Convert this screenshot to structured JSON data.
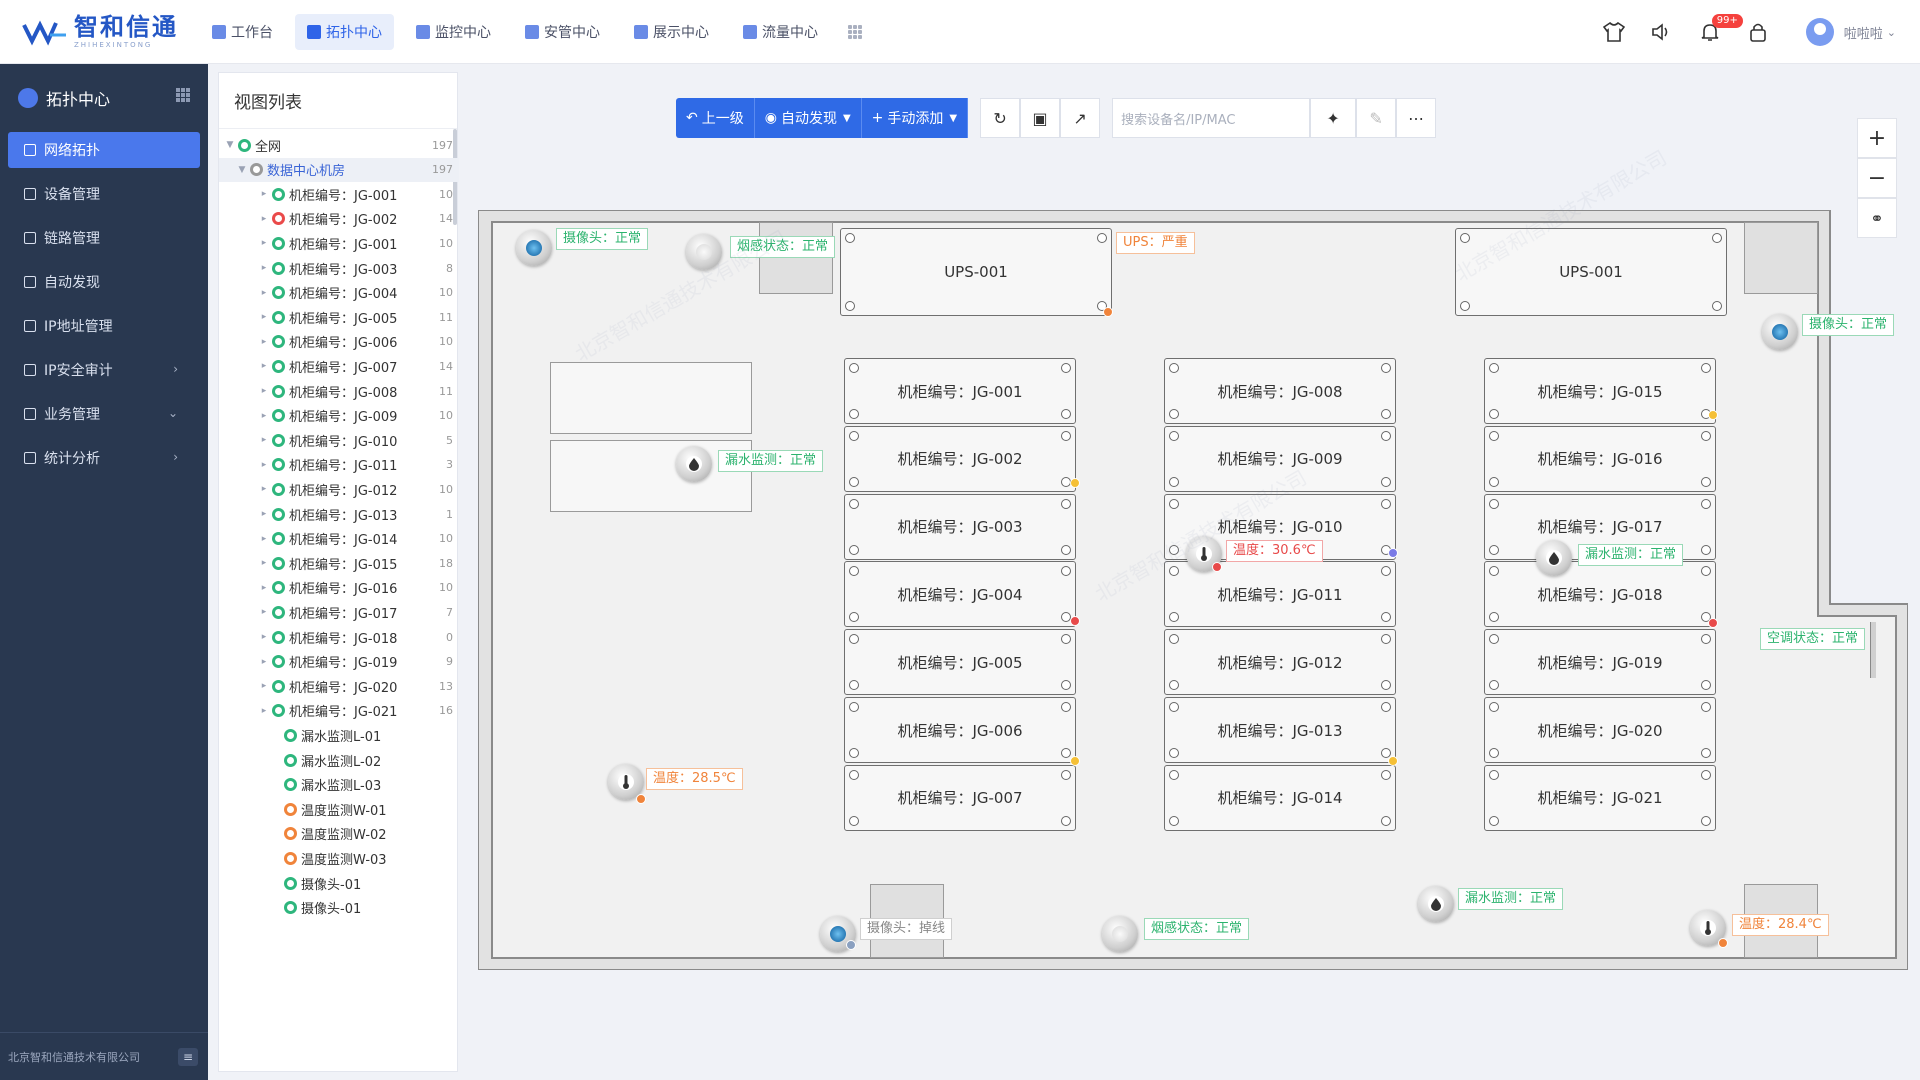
{
  "logo": {
    "name": "智和信通",
    "sub": "ZHIHEXINTONG"
  },
  "nav": [
    {
      "label": "工作台"
    },
    {
      "label": "拓扑中心"
    },
    {
      "label": "监控中心"
    },
    {
      "label": "安管中心"
    },
    {
      "label": "展示中心"
    },
    {
      "label": "流量中心"
    }
  ],
  "header": {
    "badge": "99+",
    "username": "啦啦啦"
  },
  "sidebar": {
    "title": "拓扑中心",
    "items": [
      {
        "label": "网络拓扑"
      },
      {
        "label": "设备管理"
      },
      {
        "label": "链路管理"
      },
      {
        "label": "自动发现"
      },
      {
        "label": "IP地址管理"
      },
      {
        "label": "IP安全审计"
      },
      {
        "label": "业务管理"
      },
      {
        "label": "统计分析"
      }
    ],
    "footer": "北京智和信通技术有限公司"
  },
  "views": {
    "title": "视图列表",
    "tree": [
      {
        "label": "全网",
        "count": "197"
      },
      {
        "label": "数据中心机房",
        "count": "197"
      },
      {
        "label": "机柜编号：JG-001",
        "count": "10"
      },
      {
        "label": "机柜编号：JG-002",
        "count": "14"
      },
      {
        "label": "机柜编号：JG-001",
        "count": "10"
      },
      {
        "label": "机柜编号：JG-003",
        "count": "8"
      },
      {
        "label": "机柜编号：JG-004",
        "count": "10"
      },
      {
        "label": "机柜编号：JG-005",
        "count": "11"
      },
      {
        "label": "机柜编号：JG-006",
        "count": "10"
      },
      {
        "label": "机柜编号：JG-007",
        "count": "14"
      },
      {
        "label": "机柜编号：JG-008",
        "count": "11"
      },
      {
        "label": "机柜编号：JG-009",
        "count": "10"
      },
      {
        "label": "机柜编号：JG-010",
        "count": "5"
      },
      {
        "label": "机柜编号：JG-011",
        "count": "3"
      },
      {
        "label": "机柜编号：JG-012",
        "count": "10"
      },
      {
        "label": "机柜编号：JG-013",
        "count": "1"
      },
      {
        "label": "机柜编号：JG-014",
        "count": "10"
      },
      {
        "label": "机柜编号：JG-015",
        "count": "18"
      },
      {
        "label": "机柜编号：JG-016",
        "count": "10"
      },
      {
        "label": "机柜编号：JG-017",
        "count": "7"
      },
      {
        "label": "机柜编号：JG-018",
        "count": "0"
      },
      {
        "label": "机柜编号：JG-019",
        "count": "9"
      },
      {
        "label": "机柜编号：JG-020",
        "count": "13"
      },
      {
        "label": "机柜编号：JG-021",
        "count": "16"
      },
      {
        "label": "漏水监测L-01",
        "count": ""
      },
      {
        "label": "漏水监测L-02",
        "count": ""
      },
      {
        "label": "漏水监测L-03",
        "count": ""
      },
      {
        "label": "温度监测W-01",
        "count": ""
      },
      {
        "label": "温度监测W-02",
        "count": ""
      },
      {
        "label": "温度监测W-03",
        "count": ""
      },
      {
        "label": "摄像头-01",
        "count": ""
      },
      {
        "label": "摄像头-01",
        "count": ""
      }
    ]
  },
  "toolbar": {
    "back": "上一级",
    "discover": "自动发现",
    "manual": "手动添加",
    "search_placeholder": "搜索设备名/IP/MAC"
  },
  "floor": {
    "ups": [
      "UPS-001",
      "UPS-001"
    ],
    "racks": [
      "机柜编号：JG-001",
      "机柜编号：JG-002",
      "机柜编号：JG-003",
      "机柜编号：JG-004",
      "机柜编号：JG-005",
      "机柜编号：JG-006",
      "机柜编号：JG-007",
      "机柜编号：JG-008",
      "机柜编号：JG-009",
      "机柜编号：JG-010",
      "机柜编号：JG-011",
      "机柜编号：JG-012",
      "机柜编号：JG-013",
      "机柜编号：JG-014",
      "机柜编号：JG-015",
      "机柜编号：JG-016",
      "机柜编号：JG-017",
      "机柜编号：JG-018",
      "机柜编号：JG-019",
      "机柜编号：JG-020",
      "机柜编号：JG-021"
    ],
    "tags": {
      "cam1": "摄像头：正常",
      "smoke1": "烟感状态：正常",
      "ups_alarm": "UPS：严重",
      "cam2": "摄像头：正常",
      "leak1": "漏水监测：正常",
      "temp1": "温度：30.6℃",
      "leak2": "漏水监测：正常",
      "ac": "空调状态：正常",
      "temp2": "温度：28.5℃",
      "leak3": "漏水监测：正常",
      "cam3": "摄像头：掉线",
      "smoke2": "烟感状态：正常",
      "temp3": "温度：28.4℃"
    }
  },
  "colors": {
    "primary": "#2f6ae6",
    "sidebar": "#293850",
    "ok": "#2cb36e",
    "warn": "#f0843b",
    "alarm": "#e84a4a"
  }
}
